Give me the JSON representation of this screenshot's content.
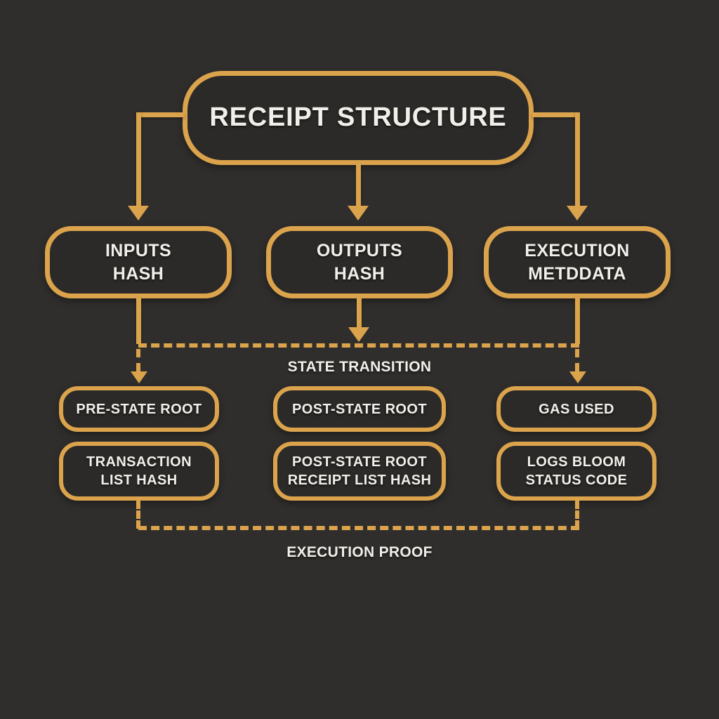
{
  "colors": {
    "background": "#2F2E2C",
    "box_fill": "#2B2A28",
    "gold": "#DBA34C",
    "text": "#F2EFEA"
  },
  "diagram": {
    "root": {
      "label": "RECEIPT STRUCTURE"
    },
    "branches": [
      {
        "label": "INPUTS\nHASH"
      },
      {
        "label": "OUTPUTS\nHASH"
      },
      {
        "label": "EXECUTION\nMETDDATA"
      }
    ],
    "state_transition_label": "STATE TRANSITION",
    "row3": [
      {
        "label": "PRE-STATE ROOT"
      },
      {
        "label": "POST-STATE ROOT"
      },
      {
        "label": "GAS USED"
      }
    ],
    "row4": [
      {
        "label": "TRANSACTION\nLIST HASH"
      },
      {
        "label": "POST-STATE ROOT\nRECEIPT LIST HASH"
      },
      {
        "label": "LOGS BLOOM\nSTATUS CODE"
      }
    ],
    "execution_proof_label": "EXECUTION PROOF"
  }
}
